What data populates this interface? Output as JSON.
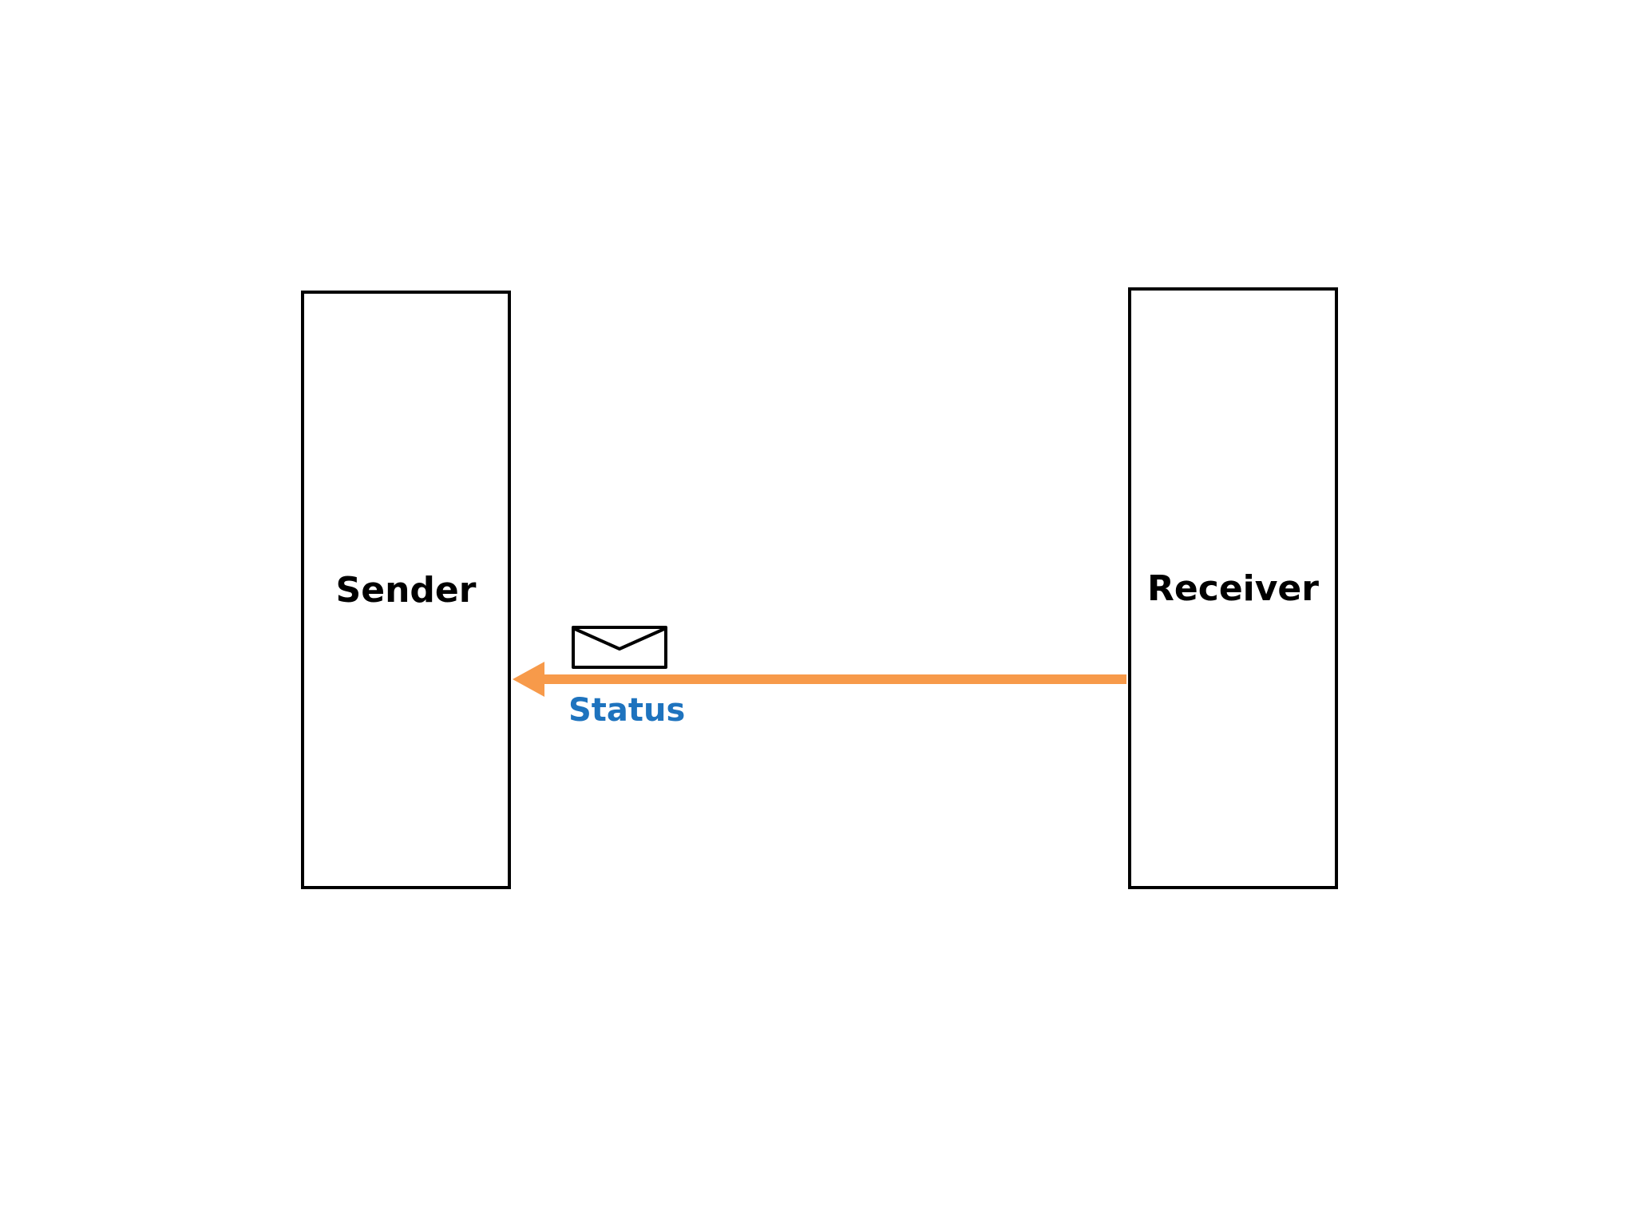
{
  "diagram": {
    "nodes": {
      "sender": {
        "label": "Sender"
      },
      "receiver": {
        "label": "Receiver"
      }
    },
    "messages": [
      {
        "from": "receiver",
        "to": "sender",
        "label": "Status",
        "icon": "envelope-icon",
        "arrow_color": "#F79A4A",
        "label_color": "#1E73BE"
      }
    ]
  }
}
